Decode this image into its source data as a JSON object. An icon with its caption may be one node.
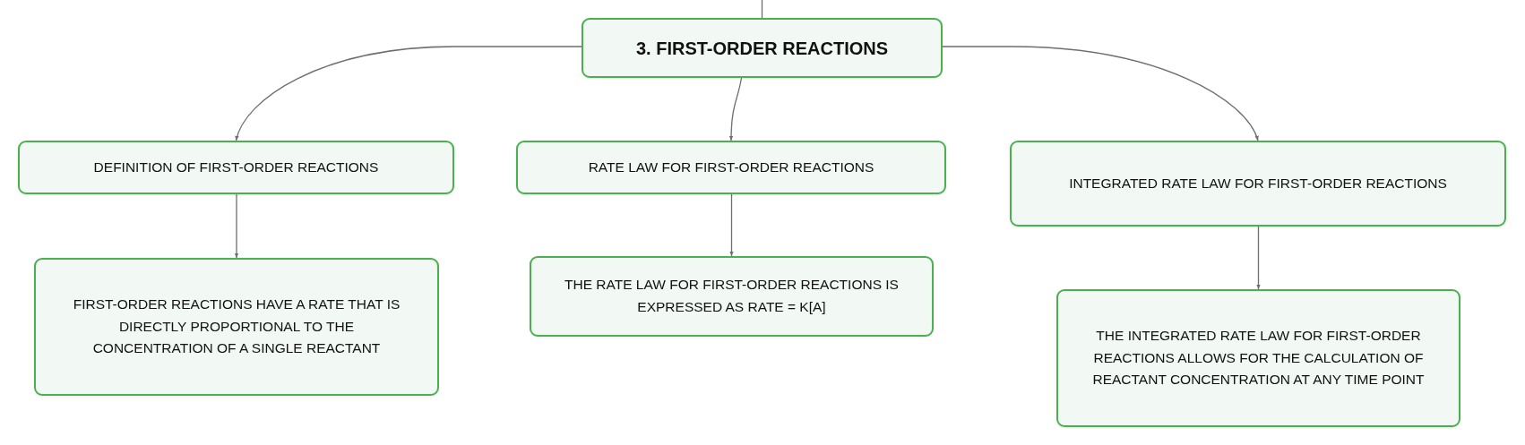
{
  "diagram": {
    "nodes": [
      {
        "text": [
          "3. FIRST-ORDER REACTIONS"
        ]
      },
      {
        "text": [
          "DEFINITION OF FIRST-ORDER REACTIONS"
        ]
      },
      {
        "text": [
          "FIRST-ORDER REACTIONS HAVE A RATE THAT IS DIRECTLY PROPORTIONAL TO THE CONCENTRATION OF A SINGLE REACTANT"
        ]
      },
      {
        "text": [
          "RATE LAW FOR FIRST-ORDER REACTIONS"
        ]
      },
      {
        "text": [
          "THE RATE LAW FOR FIRST-ORDER REACTIONS IS EXPRESSED AS RATE = K[A]"
        ]
      },
      {
        "text": [
          "INTEGRATED RATE LAW FOR FIRST-ORDER REACTIONS"
        ]
      },
      {
        "text": [
          "THE INTEGRATED RATE LAW FOR FIRST-ORDER REACTIONS ALLOWS FOR THE CALCULATION OF REACTANT CONCENTRATION AT ANY TIME POINT"
        ]
      }
    ],
    "edges": [
      {
        "from": null,
        "to": 0,
        "arrow": "none"
      },
      {
        "from": 0,
        "to": 1,
        "arrow": "to"
      },
      {
        "from": 0,
        "to": 3,
        "arrow": "to"
      },
      {
        "from": 0,
        "to": 5,
        "arrow": "to"
      },
      {
        "from": 1,
        "to": 2,
        "arrow": "to"
      },
      {
        "from": 3,
        "to": 4,
        "arrow": "to"
      },
      {
        "from": 5,
        "to": 6,
        "arrow": "to"
      }
    ]
  }
}
